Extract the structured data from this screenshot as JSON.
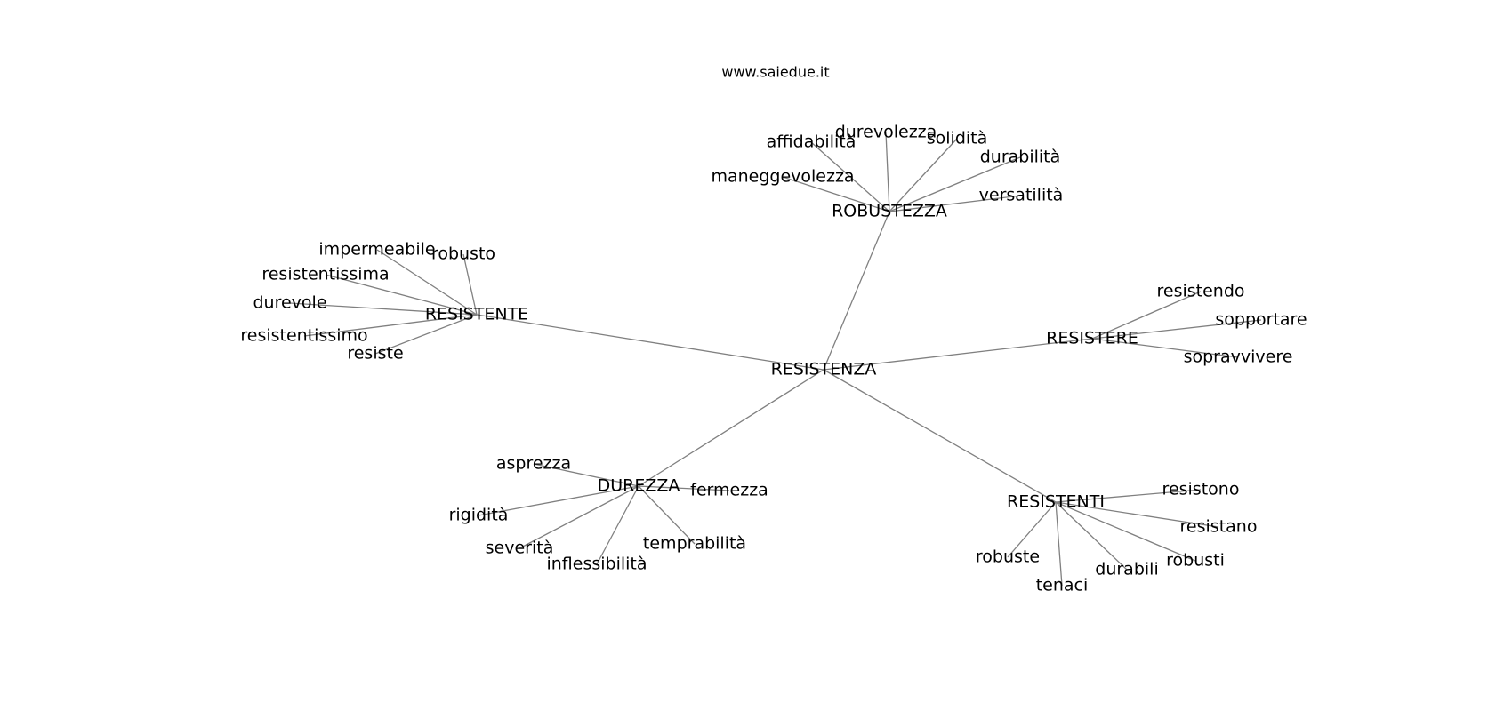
{
  "watermark": "www.saiedue.it",
  "graph": {
    "root": "RESISTENZA",
    "nodes": [
      "RESISTENZA",
      "ROBUSTEZZA",
      "affidabilità",
      "durevolezza",
      "solidità",
      "durabilità",
      "maneggevolezza",
      "versatilità",
      "RESISTENTE",
      "impermeabile",
      "robusto",
      "resistentissima",
      "durevole",
      "resistentissimo",
      "resiste",
      "RESISTERE",
      "resistendo",
      "sopportare",
      "sopravvivere",
      "DUREZZA",
      "asprezza",
      "fermezza",
      "rigidità",
      "severità",
      "inflessibilità",
      "temprabilità",
      "RESISTENTI",
      "resistono",
      "resistano",
      "robuste",
      "robusti",
      "durabili",
      "tenaci"
    ],
    "edges": [
      [
        "RESISTENZA",
        "ROBUSTEZZA"
      ],
      [
        "RESISTENZA",
        "RESISTENTE"
      ],
      [
        "RESISTENZA",
        "RESISTERE"
      ],
      [
        "RESISTENZA",
        "DUREZZA"
      ],
      [
        "RESISTENZA",
        "RESISTENTI"
      ],
      [
        "ROBUSTEZZA",
        "affidabilità"
      ],
      [
        "ROBUSTEZZA",
        "durevolezza"
      ],
      [
        "ROBUSTEZZA",
        "solidità"
      ],
      [
        "ROBUSTEZZA",
        "durabilità"
      ],
      [
        "ROBUSTEZZA",
        "maneggevolezza"
      ],
      [
        "ROBUSTEZZA",
        "versatilità"
      ],
      [
        "RESISTENTE",
        "impermeabile"
      ],
      [
        "RESISTENTE",
        "robusto"
      ],
      [
        "RESISTENTE",
        "resistentissima"
      ],
      [
        "RESISTENTE",
        "durevole"
      ],
      [
        "RESISTENTE",
        "resistentissimo"
      ],
      [
        "RESISTENTE",
        "resiste"
      ],
      [
        "RESISTERE",
        "resistendo"
      ],
      [
        "RESISTERE",
        "sopportare"
      ],
      [
        "RESISTERE",
        "sopravvivere"
      ],
      [
        "DUREZZA",
        "asprezza"
      ],
      [
        "DUREZZA",
        "fermezza"
      ],
      [
        "DUREZZA",
        "rigidità"
      ],
      [
        "DUREZZA",
        "severità"
      ],
      [
        "DUREZZA",
        "inflessibilità"
      ],
      [
        "DUREZZA",
        "temprabilità"
      ],
      [
        "RESISTENTI",
        "resistono"
      ],
      [
        "RESISTENTI",
        "resistano"
      ],
      [
        "RESISTENTI",
        "robuste"
      ],
      [
        "RESISTENTI",
        "robusti"
      ],
      [
        "RESISTENTI",
        "durabili"
      ],
      [
        "RESISTENTI",
        "tenaci"
      ]
    ]
  },
  "colors": {
    "edge": "#808080",
    "text": "#000000",
    "background": "#ffffff"
  }
}
